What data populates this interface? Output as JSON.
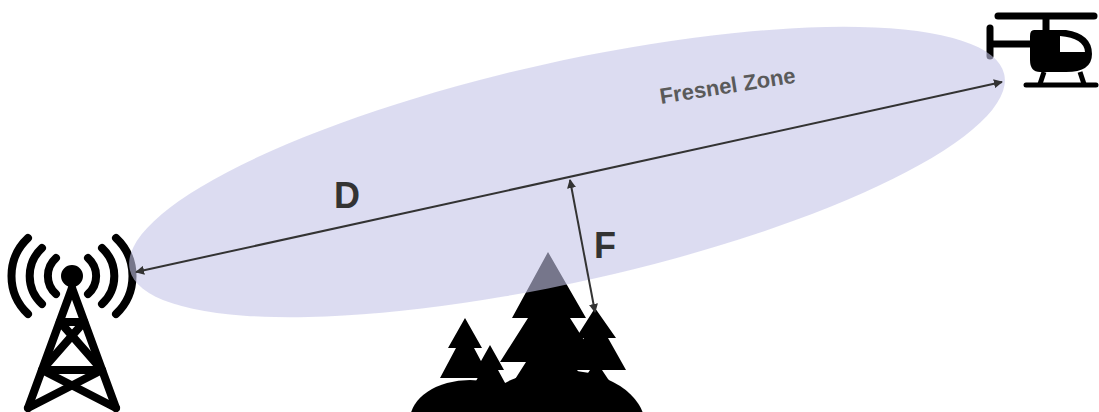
{
  "diagram": {
    "nodes": [
      {
        "text": [
          "Fresnel Zone"
        ]
      }
    ],
    "labels": [
      "D",
      "F"
    ]
  }
}
